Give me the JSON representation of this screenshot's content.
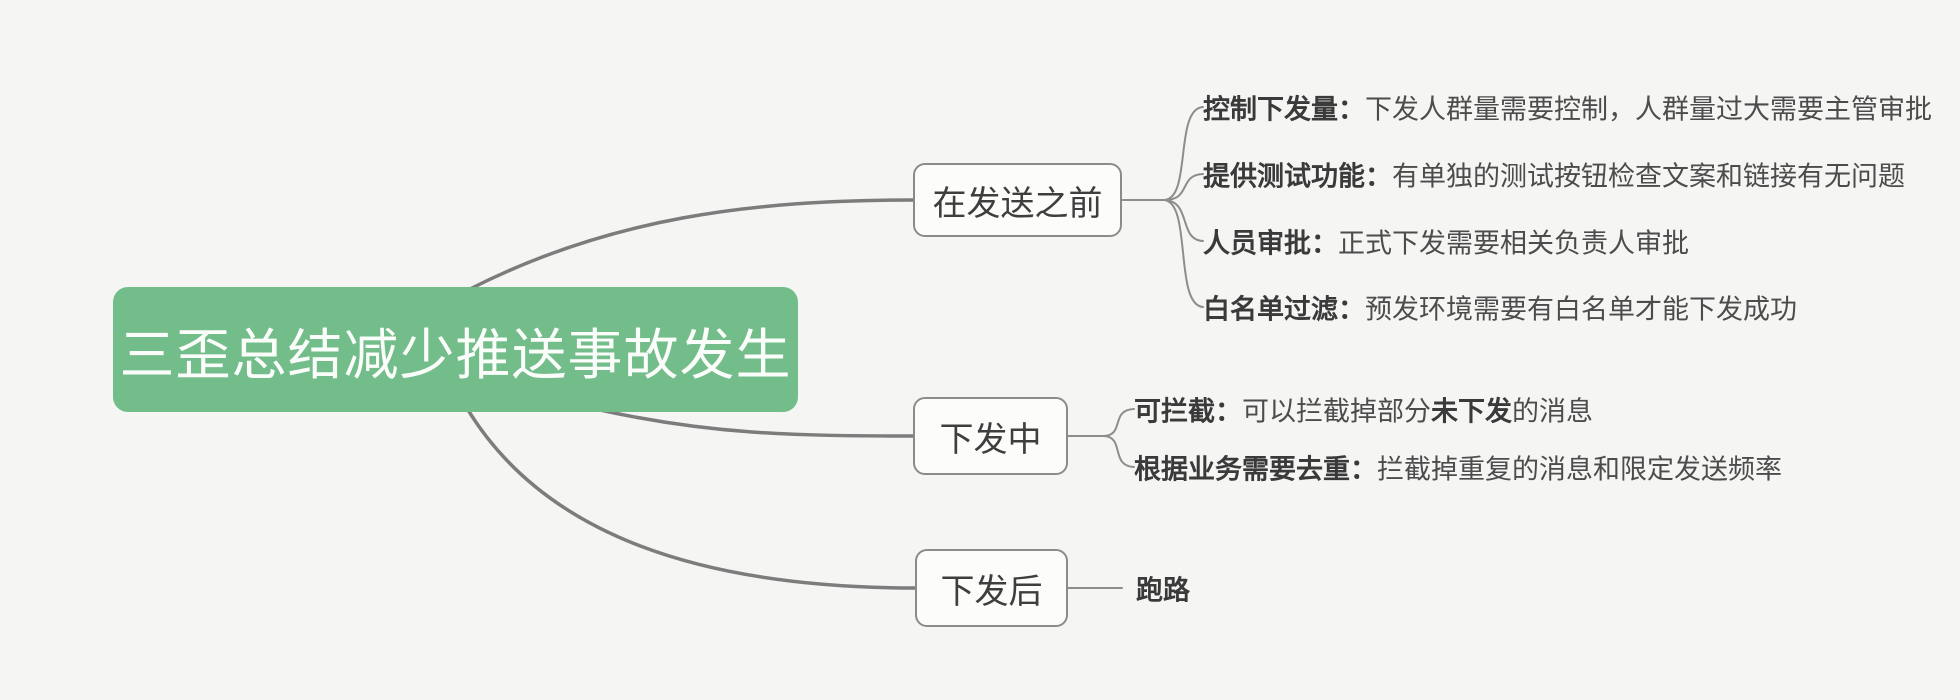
{
  "title_node": {
    "label": "三歪总结减少推送事故发生"
  },
  "branches": [
    {
      "label": "在发送之前",
      "children": [
        {
          "segments": [
            {
              "text": "控制下发量：",
              "bold": true
            },
            {
              "text": "下发人群量需要控制，人群量过大需要主管审批",
              "bold": false
            }
          ]
        },
        {
          "segments": [
            {
              "text": "提供测试功能：",
              "bold": true
            },
            {
              "text": "有单独的测试按钮检查文案和链接有无问题",
              "bold": false
            }
          ]
        },
        {
          "segments": [
            {
              "text": "人员审批：",
              "bold": true
            },
            {
              "text": "正式下发需要相关负责人审批",
              "bold": false
            }
          ]
        },
        {
          "segments": [
            {
              "text": "白名单过滤：",
              "bold": true
            },
            {
              "text": "预发环境需要有白名单才能下发成功",
              "bold": false
            }
          ]
        }
      ]
    },
    {
      "label": "下发中",
      "children": [
        {
          "segments": [
            {
              "text": "可拦截：",
              "bold": true
            },
            {
              "text": "可以拦截掉部分",
              "bold": false
            },
            {
              "text": "未下发",
              "bold": true
            },
            {
              "text": "的消息",
              "bold": false
            }
          ]
        },
        {
          "segments": [
            {
              "text": "根据业务需要去重：",
              "bold": true
            },
            {
              "text": "拦截掉重复的消息和限定发送频率",
              "bold": false
            }
          ]
        }
      ]
    },
    {
      "label": "下发后",
      "children": [
        {
          "segments": [
            {
              "text": "跑路",
              "bold": true
            }
          ]
        }
      ]
    }
  ],
  "colors": {
    "background": "#f5f5f3",
    "root_fill": "#73bd8b",
    "root_text": "#fbfdfb",
    "box_border": "#8b8b8b",
    "main_edge": "#7c7c7c",
    "sub_edge": "#8d8d8d"
  }
}
